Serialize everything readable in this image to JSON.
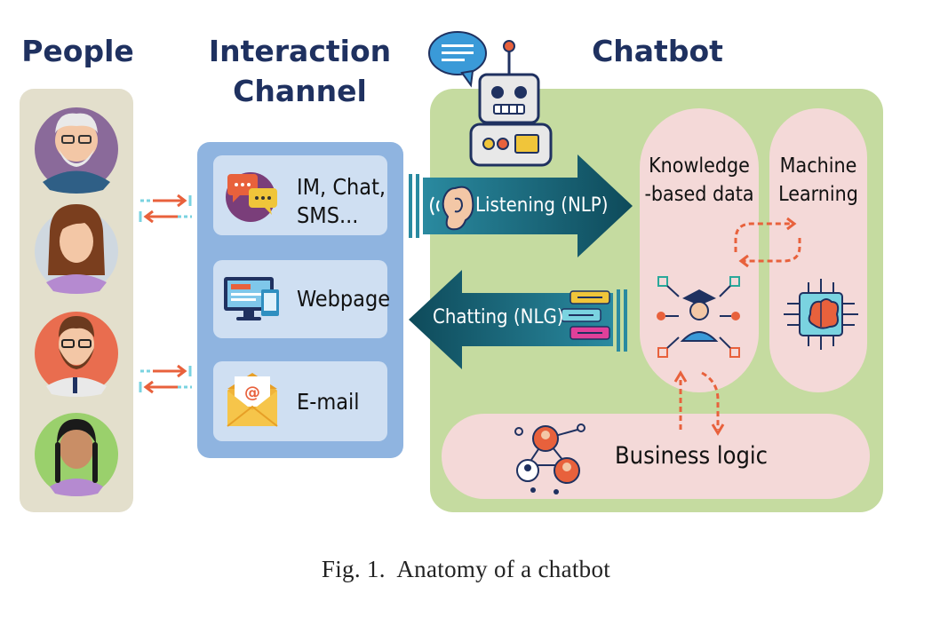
{
  "headings": {
    "people": "People",
    "interaction_channel_line1": "Interaction",
    "interaction_channel_line2": "Channel",
    "chatbot": "Chatbot"
  },
  "channels": [
    {
      "label_line1": "IM, Chat,",
      "label_line2": "SMS...",
      "icon": "chat-bubbles-icon"
    },
    {
      "label_line1": "Webpage",
      "label_line2": "",
      "icon": "monitor-icon"
    },
    {
      "label_line1": "E-mail",
      "label_line2": "",
      "icon": "envelope-icon"
    }
  ],
  "flows": {
    "listening": "Listening (NLP)",
    "chatting": "Chatting (NLG)"
  },
  "components": {
    "knowledge_line1": "Knowledge",
    "knowledge_line2": "-based data",
    "ml_line1": "Machine",
    "ml_line2": "Learning",
    "business_logic": "Business logic"
  },
  "caption": "Fig. 1.  Anatomy of a chatbot",
  "colors": {
    "heading": "#1f3160",
    "people_panel": "#e3dfcc",
    "channel_panel": "#8fb4e0",
    "channel_card": "#cfdff2",
    "chatbot_panel": "#c5dba0",
    "component_pink": "#f4d9d8",
    "arrow_teal": "#1a5f70",
    "accent_orange": "#e8613c"
  },
  "people": [
    {
      "icon": "old-man-avatar-icon",
      "bg": "#8a6a9a"
    },
    {
      "icon": "woman-avatar-icon",
      "bg": "#cfd8e0"
    },
    {
      "icon": "bearded-man-avatar-icon",
      "bg": "#e96d4f"
    },
    {
      "icon": "girl-avatar-icon",
      "bg": "#9ad06c"
    }
  ]
}
